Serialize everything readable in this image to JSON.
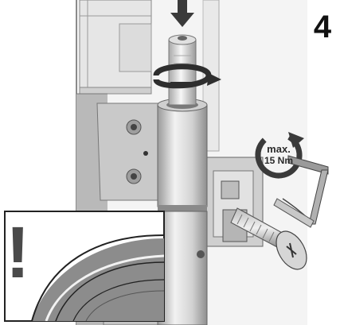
{
  "figure": {
    "step_number": "4",
    "torque_label": {
      "line1": "max.",
      "line2": "15 Nm"
    },
    "warning_symbol": "!"
  },
  "colors": {
    "panel_gray": "#8a8a8a",
    "frame_light": "#ebebeb",
    "hinge_barrel": "#d8d8d8",
    "ink": "#111111"
  },
  "icons": [
    "push-down-arrow-icon",
    "rotate-arrow-icon",
    "torque-rotate-icon",
    "allen-key-icon",
    "warning-icon"
  ]
}
